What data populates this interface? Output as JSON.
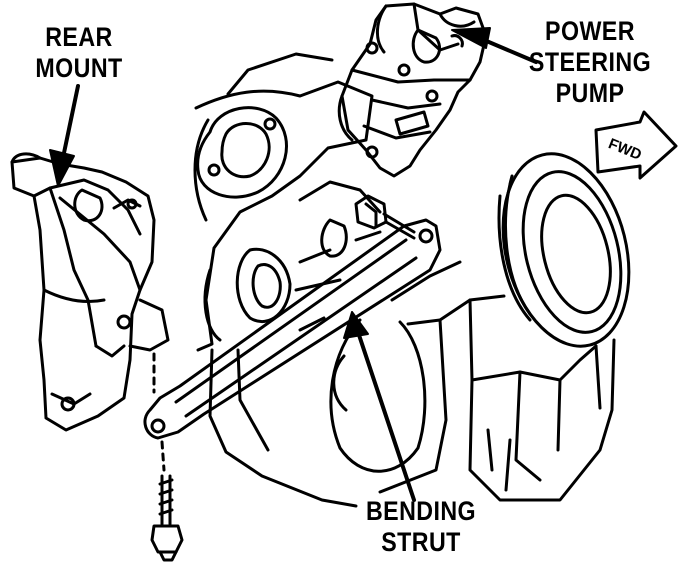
{
  "labels": {
    "rear_mount": [
      "REAR",
      "MOUNT"
    ],
    "power_steering_pump": [
      "POWER",
      "STEERING",
      "PUMP"
    ],
    "bending_strut": [
      "BENDING",
      "STRUT"
    ],
    "forward_arrow": "FWD"
  },
  "colors": {
    "ink": "#000000",
    "paper": "#ffffff"
  }
}
